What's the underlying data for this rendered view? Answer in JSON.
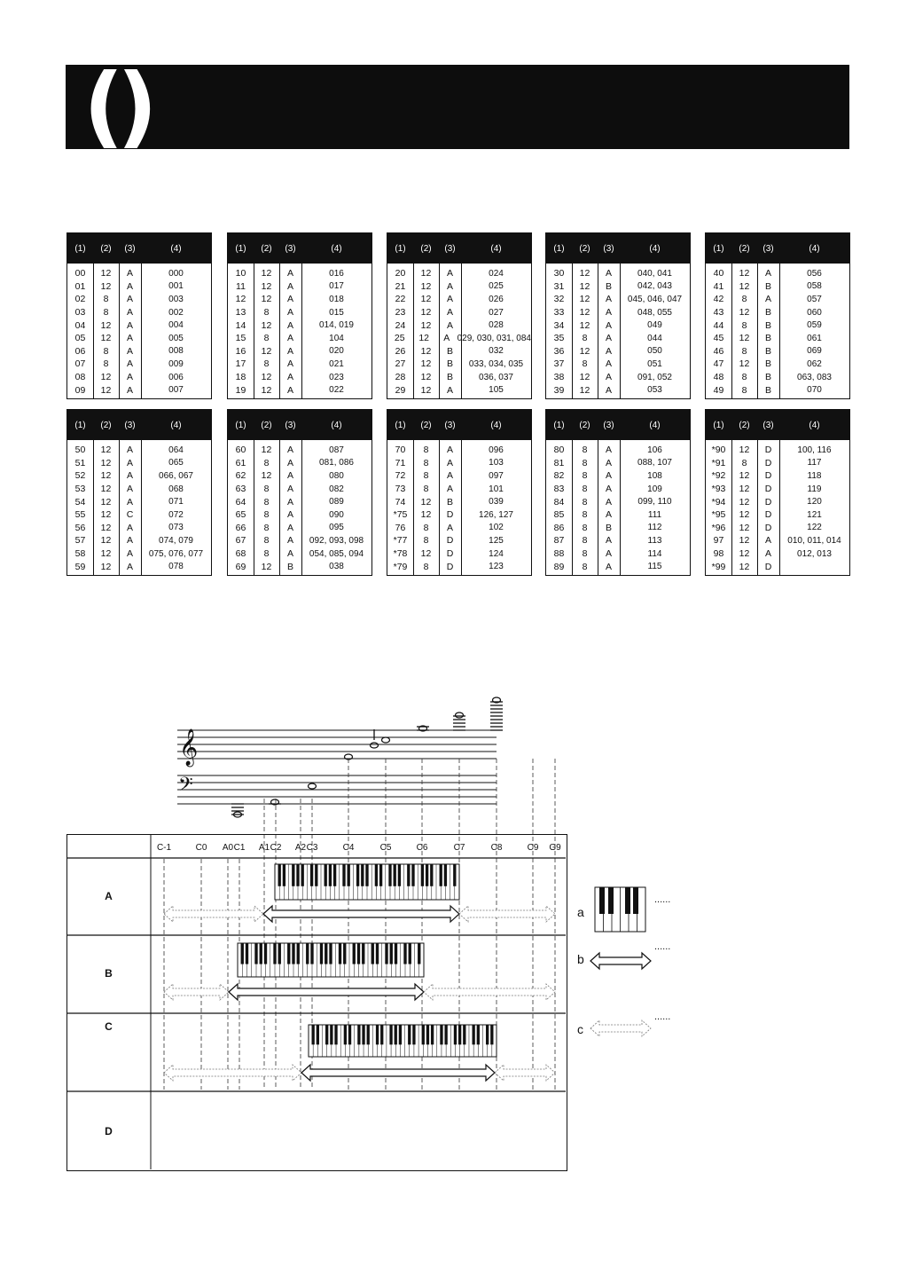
{
  "header": {
    "paren_left": "(",
    "paren_right": ")"
  },
  "tables": {
    "headers": [
      "(1)",
      "(2)",
      "(3)",
      "(4)"
    ],
    "groups": [
      [
        [
          "00",
          "12",
          "A",
          "000"
        ],
        [
          "01",
          "12",
          "A",
          "001"
        ],
        [
          "02",
          "8",
          "A",
          "003"
        ],
        [
          "03",
          "8",
          "A",
          "002"
        ],
        [
          "04",
          "12",
          "A",
          "004"
        ],
        [
          "05",
          "12",
          "A",
          "005"
        ],
        [
          "06",
          "8",
          "A",
          "008"
        ],
        [
          "07",
          "8",
          "A",
          "009"
        ],
        [
          "08",
          "12",
          "A",
          "006"
        ],
        [
          "09",
          "12",
          "A",
          "007"
        ]
      ],
      [
        [
          "10",
          "12",
          "A",
          "016"
        ],
        [
          "11",
          "12",
          "A",
          "017"
        ],
        [
          "12",
          "12",
          "A",
          "018"
        ],
        [
          "13",
          "8",
          "A",
          "015"
        ],
        [
          "14",
          "12",
          "A",
          "014, 019"
        ],
        [
          "15",
          "8",
          "A",
          "104"
        ],
        [
          "16",
          "12",
          "A",
          "020"
        ],
        [
          "17",
          "8",
          "A",
          "021"
        ],
        [
          "18",
          "12",
          "A",
          "023"
        ],
        [
          "19",
          "12",
          "A",
          "022"
        ]
      ],
      [
        [
          "20",
          "12",
          "A",
          "024"
        ],
        [
          "21",
          "12",
          "A",
          "025"
        ],
        [
          "22",
          "12",
          "A",
          "026"
        ],
        [
          "23",
          "12",
          "A",
          "027"
        ],
        [
          "24",
          "12",
          "A",
          "028"
        ],
        [
          "25",
          "12",
          "A",
          "029, 030, 031, 084"
        ],
        [
          "26",
          "12",
          "B",
          "032"
        ],
        [
          "27",
          "12",
          "B",
          "033, 034, 035"
        ],
        [
          "28",
          "12",
          "B",
          "036, 037"
        ],
        [
          "29",
          "12",
          "A",
          "105"
        ]
      ],
      [
        [
          "30",
          "12",
          "A",
          "040, 041"
        ],
        [
          "31",
          "12",
          "B",
          "042, 043"
        ],
        [
          "32",
          "12",
          "A",
          "045, 046, 047"
        ],
        [
          "33",
          "12",
          "A",
          "048, 055"
        ],
        [
          "34",
          "12",
          "A",
          "049"
        ],
        [
          "35",
          "8",
          "A",
          "044"
        ],
        [
          "36",
          "12",
          "A",
          "050"
        ],
        [
          "37",
          "8",
          "A",
          "051"
        ],
        [
          "38",
          "12",
          "A",
          "091, 052"
        ],
        [
          "39",
          "12",
          "A",
          "053"
        ]
      ],
      [
        [
          "40",
          "12",
          "A",
          "056"
        ],
        [
          "41",
          "12",
          "B",
          "058"
        ],
        [
          "42",
          "8",
          "A",
          "057"
        ],
        [
          "43",
          "12",
          "B",
          "060"
        ],
        [
          "44",
          "8",
          "B",
          "059"
        ],
        [
          "45",
          "12",
          "B",
          "061"
        ],
        [
          "46",
          "8",
          "B",
          "069"
        ],
        [
          "47",
          "12",
          "B",
          "062"
        ],
        [
          "48",
          "8",
          "B",
          "063, 083"
        ],
        [
          "49",
          "8",
          "B",
          "070"
        ]
      ],
      [
        [
          "50",
          "12",
          "A",
          "064"
        ],
        [
          "51",
          "12",
          "A",
          "065"
        ],
        [
          "52",
          "12",
          "A",
          "066, 067"
        ],
        [
          "53",
          "12",
          "A",
          "068"
        ],
        [
          "54",
          "12",
          "A",
          "071"
        ],
        [
          "55",
          "12",
          "C",
          "072"
        ],
        [
          "56",
          "12",
          "A",
          "073"
        ],
        [
          "57",
          "12",
          "A",
          "074, 079"
        ],
        [
          "58",
          "12",
          "A",
          "075, 076, 077"
        ],
        [
          "59",
          "12",
          "A",
          "078"
        ]
      ],
      [
        [
          "60",
          "12",
          "A",
          "087"
        ],
        [
          "61",
          "8",
          "A",
          "081, 086"
        ],
        [
          "62",
          "12",
          "A",
          "080"
        ],
        [
          "63",
          "8",
          "A",
          "082"
        ],
        [
          "64",
          "8",
          "A",
          "089"
        ],
        [
          "65",
          "8",
          "A",
          "090"
        ],
        [
          "66",
          "8",
          "A",
          "095"
        ],
        [
          "67",
          "8",
          "A",
          "092, 093, 098"
        ],
        [
          "68",
          "8",
          "A",
          "054, 085, 094"
        ],
        [
          "69",
          "12",
          "B",
          "038"
        ]
      ],
      [
        [
          "70",
          "8",
          "A",
          "096"
        ],
        [
          "71",
          "8",
          "A",
          "103"
        ],
        [
          "72",
          "8",
          "A",
          "097"
        ],
        [
          "73",
          "8",
          "A",
          "101"
        ],
        [
          "74",
          "12",
          "B",
          "039"
        ],
        [
          "*75",
          "12",
          "D",
          "126, 127"
        ],
        [
          "76",
          "8",
          "A",
          "102"
        ],
        [
          "*77",
          "8",
          "D",
          "125"
        ],
        [
          "*78",
          "12",
          "D",
          "124"
        ],
        [
          "*79",
          "8",
          "D",
          "123"
        ]
      ],
      [
        [
          "80",
          "8",
          "A",
          "106"
        ],
        [
          "81",
          "8",
          "A",
          "088, 107"
        ],
        [
          "82",
          "8",
          "A",
          "108"
        ],
        [
          "83",
          "8",
          "A",
          "109"
        ],
        [
          "84",
          "8",
          "A",
          "099, 110"
        ],
        [
          "85",
          "8",
          "A",
          "111"
        ],
        [
          "86",
          "8",
          "B",
          "112"
        ],
        [
          "87",
          "8",
          "A",
          "113"
        ],
        [
          "88",
          "8",
          "A",
          "114"
        ],
        [
          "89",
          "8",
          "A",
          "115"
        ]
      ],
      [
        [
          "*90",
          "12",
          "D",
          "100, 116"
        ],
        [
          "*91",
          "8",
          "D",
          "117"
        ],
        [
          "*92",
          "12",
          "D",
          "118"
        ],
        [
          "*93",
          "12",
          "D",
          "119"
        ],
        [
          "*94",
          "12",
          "D",
          "120"
        ],
        [
          "*95",
          "12",
          "D",
          "121"
        ],
        [
          "*96",
          "12",
          "D",
          "122"
        ],
        [
          "97",
          "12",
          "A",
          "010, 011, 014"
        ],
        [
          "98",
          "12",
          "A",
          "012, 013"
        ],
        [
          "*99",
          "12",
          "D",
          ""
        ]
      ]
    ]
  },
  "range_chart": {
    "note_labels": [
      "C-1",
      "C0",
      "A0",
      "C1",
      "A1",
      "C2",
      "A2",
      "C3",
      "C4",
      "C5",
      "C6",
      "C7",
      "C8",
      "C9",
      "G9"
    ],
    "rows": [
      "A",
      "B",
      "C",
      "D"
    ]
  },
  "legend": {
    "items": [
      {
        "letter": "a",
        "dots": "......"
      },
      {
        "letter": "b",
        "dots": "......"
      },
      {
        "letter": "c",
        "dots": "......"
      }
    ]
  }
}
